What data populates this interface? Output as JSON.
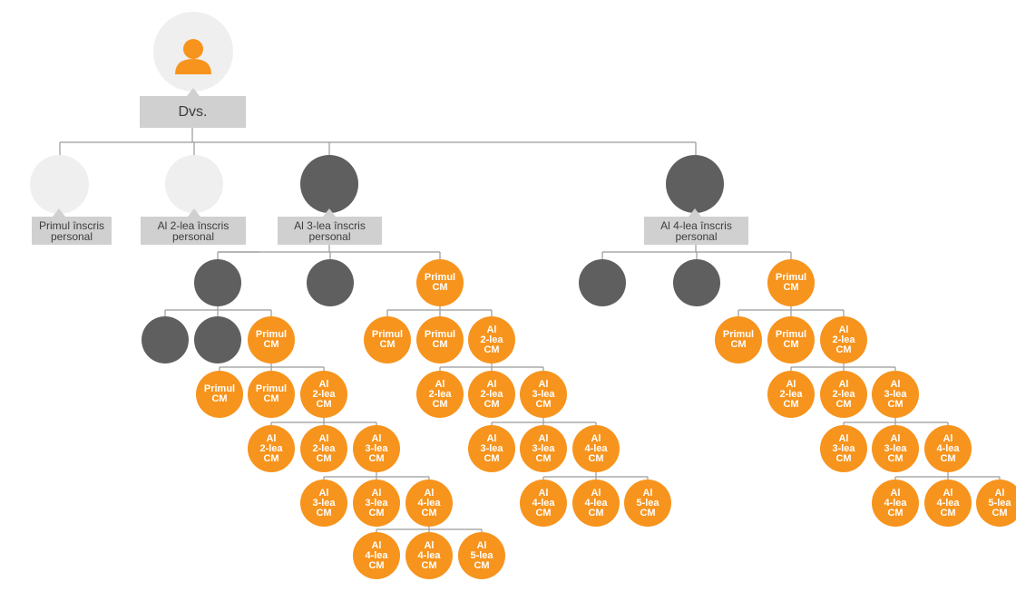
{
  "colors": {
    "orange": "#f7941d",
    "dark": "#5f5f5f",
    "light": "#efefef",
    "label_bg": "#d0d0d0",
    "line": "#9a9a9a"
  },
  "root": {
    "label": "Dvs.",
    "icon": "person-icon"
  },
  "personal": [
    {
      "id": "p1",
      "label": "Primul înscris\npersonal",
      "active": false
    },
    {
      "id": "p2",
      "label": "Al 2-lea înscris\npersonal",
      "active": false
    },
    {
      "id": "p3",
      "label": "Al 3-lea înscris\npersonal",
      "active": true
    },
    {
      "id": "p4",
      "label": "Al 4-lea înscris\npersonal",
      "active": true
    }
  ],
  "cm_labels": {
    "first": "Primul\nCM",
    "second": "Al\n2-lea\nCM",
    "third": "Al\n3-lea\nCM",
    "fourth": "Al\n4-lea\nCM",
    "fifth": "Al\n5-lea\nCM"
  },
  "nodes": [
    {
      "id": "a1",
      "kind": "dark"
    },
    {
      "id": "a2",
      "kind": "dark"
    },
    {
      "id": "a3",
      "kind": "cm",
      "label": "first"
    },
    {
      "id": "b1",
      "kind": "dark"
    },
    {
      "id": "b2",
      "kind": "dark"
    },
    {
      "id": "b3",
      "kind": "cm",
      "label": "first"
    },
    {
      "id": "c1",
      "kind": "cm",
      "label": "first"
    },
    {
      "id": "c2",
      "kind": "cm",
      "label": "first"
    },
    {
      "id": "c3",
      "kind": "cm",
      "label": "second"
    },
    {
      "id": "d1",
      "kind": "cm",
      "label": "second"
    },
    {
      "id": "d2",
      "kind": "cm",
      "label": "second"
    },
    {
      "id": "d3",
      "kind": "cm",
      "label": "third"
    },
    {
      "id": "e1",
      "kind": "cm",
      "label": "third"
    },
    {
      "id": "e2",
      "kind": "cm",
      "label": "third"
    },
    {
      "id": "e3",
      "kind": "cm",
      "label": "fourth"
    },
    {
      "id": "f1",
      "kind": "cm",
      "label": "fourth"
    },
    {
      "id": "f2",
      "kind": "cm",
      "label": "fourth"
    },
    {
      "id": "f3",
      "kind": "cm",
      "label": "fifth"
    },
    {
      "id": "g1",
      "kind": "cm",
      "label": "first"
    },
    {
      "id": "g2",
      "kind": "cm",
      "label": "first"
    },
    {
      "id": "g3",
      "kind": "cm",
      "label": "second"
    },
    {
      "id": "h1",
      "kind": "cm",
      "label": "second"
    },
    {
      "id": "h2",
      "kind": "cm",
      "label": "second"
    },
    {
      "id": "h3",
      "kind": "cm",
      "label": "third"
    },
    {
      "id": "i1",
      "kind": "cm",
      "label": "third"
    },
    {
      "id": "i2",
      "kind": "cm",
      "label": "third"
    },
    {
      "id": "i3",
      "kind": "cm",
      "label": "fourth"
    },
    {
      "id": "j1",
      "kind": "cm",
      "label": "fourth"
    },
    {
      "id": "j2",
      "kind": "cm",
      "label": "fourth"
    },
    {
      "id": "j3",
      "kind": "cm",
      "label": "fifth"
    },
    {
      "id": "k1",
      "kind": "dark"
    },
    {
      "id": "k2",
      "kind": "dark"
    },
    {
      "id": "k3",
      "kind": "cm",
      "label": "first"
    },
    {
      "id": "l1",
      "kind": "cm",
      "label": "first"
    },
    {
      "id": "l2",
      "kind": "cm",
      "label": "first"
    },
    {
      "id": "l3",
      "kind": "cm",
      "label": "second"
    },
    {
      "id": "m1",
      "kind": "cm",
      "label": "second"
    },
    {
      "id": "m2",
      "kind": "cm",
      "label": "second"
    },
    {
      "id": "m3",
      "kind": "cm",
      "label": "third"
    },
    {
      "id": "n1",
      "kind": "cm",
      "label": "third"
    },
    {
      "id": "n2",
      "kind": "cm",
      "label": "third"
    },
    {
      "id": "n3",
      "kind": "cm",
      "label": "fourth"
    },
    {
      "id": "o1",
      "kind": "cm",
      "label": "fourth"
    },
    {
      "id": "o2",
      "kind": "cm",
      "label": "fourth"
    },
    {
      "id": "o3",
      "kind": "cm",
      "label": "fifth"
    }
  ]
}
